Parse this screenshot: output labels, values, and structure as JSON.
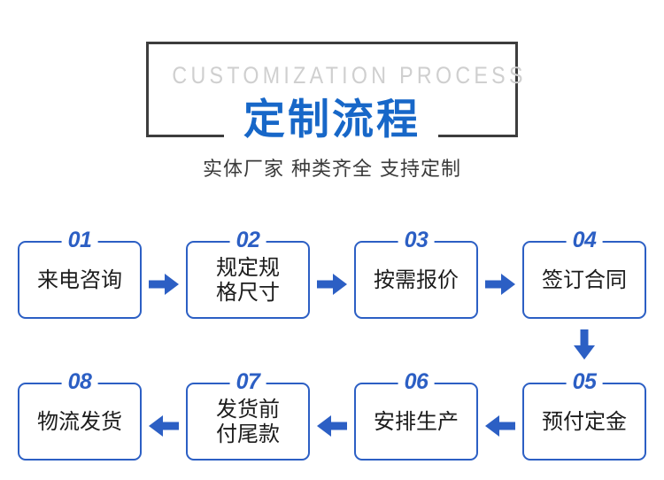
{
  "header": {
    "eyebrow": "CUSTOMIZATION PROCESS",
    "title_cn": "定制流程",
    "subtitle_cn": "实体厂家 种类齐全 支持定制",
    "frame_color": "#3d3d3d",
    "eyebrow_color": "#cfcfcf",
    "title_color": "#1767c8",
    "subtitle_color": "#3a3a3a"
  },
  "flow": {
    "accent_color": "#2c5fc4",
    "box_text_color": "#1c1c1c",
    "steps": [
      {
        "num": "01",
        "label": "来电咨询",
        "lines": [
          "来电咨询"
        ]
      },
      {
        "num": "02",
        "label": "规定规格尺寸",
        "lines": [
          "规定规",
          "格尺寸"
        ]
      },
      {
        "num": "03",
        "label": "按需报价",
        "lines": [
          "按需报价"
        ]
      },
      {
        "num": "04",
        "label": "签订合同",
        "lines": [
          "签订合同"
        ]
      },
      {
        "num": "05",
        "label": "预付定金",
        "lines": [
          "预付定金"
        ]
      },
      {
        "num": "06",
        "label": "安排生产",
        "lines": [
          "安排生产"
        ]
      },
      {
        "num": "07",
        "label": "发货前付尾款",
        "lines": [
          "发货前",
          "付尾款"
        ]
      },
      {
        "num": "08",
        "label": "物流发货",
        "lines": [
          "物流发货"
        ]
      }
    ],
    "connectors": [
      {
        "name": "arrow-01-to-02",
        "direction": "right"
      },
      {
        "name": "arrow-02-to-03",
        "direction": "right"
      },
      {
        "name": "arrow-03-to-04",
        "direction": "right"
      },
      {
        "name": "arrow-04-to-05",
        "direction": "down"
      },
      {
        "name": "arrow-05-to-06",
        "direction": "left"
      },
      {
        "name": "arrow-06-to-07",
        "direction": "left"
      },
      {
        "name": "arrow-07-to-08",
        "direction": "left"
      }
    ]
  }
}
